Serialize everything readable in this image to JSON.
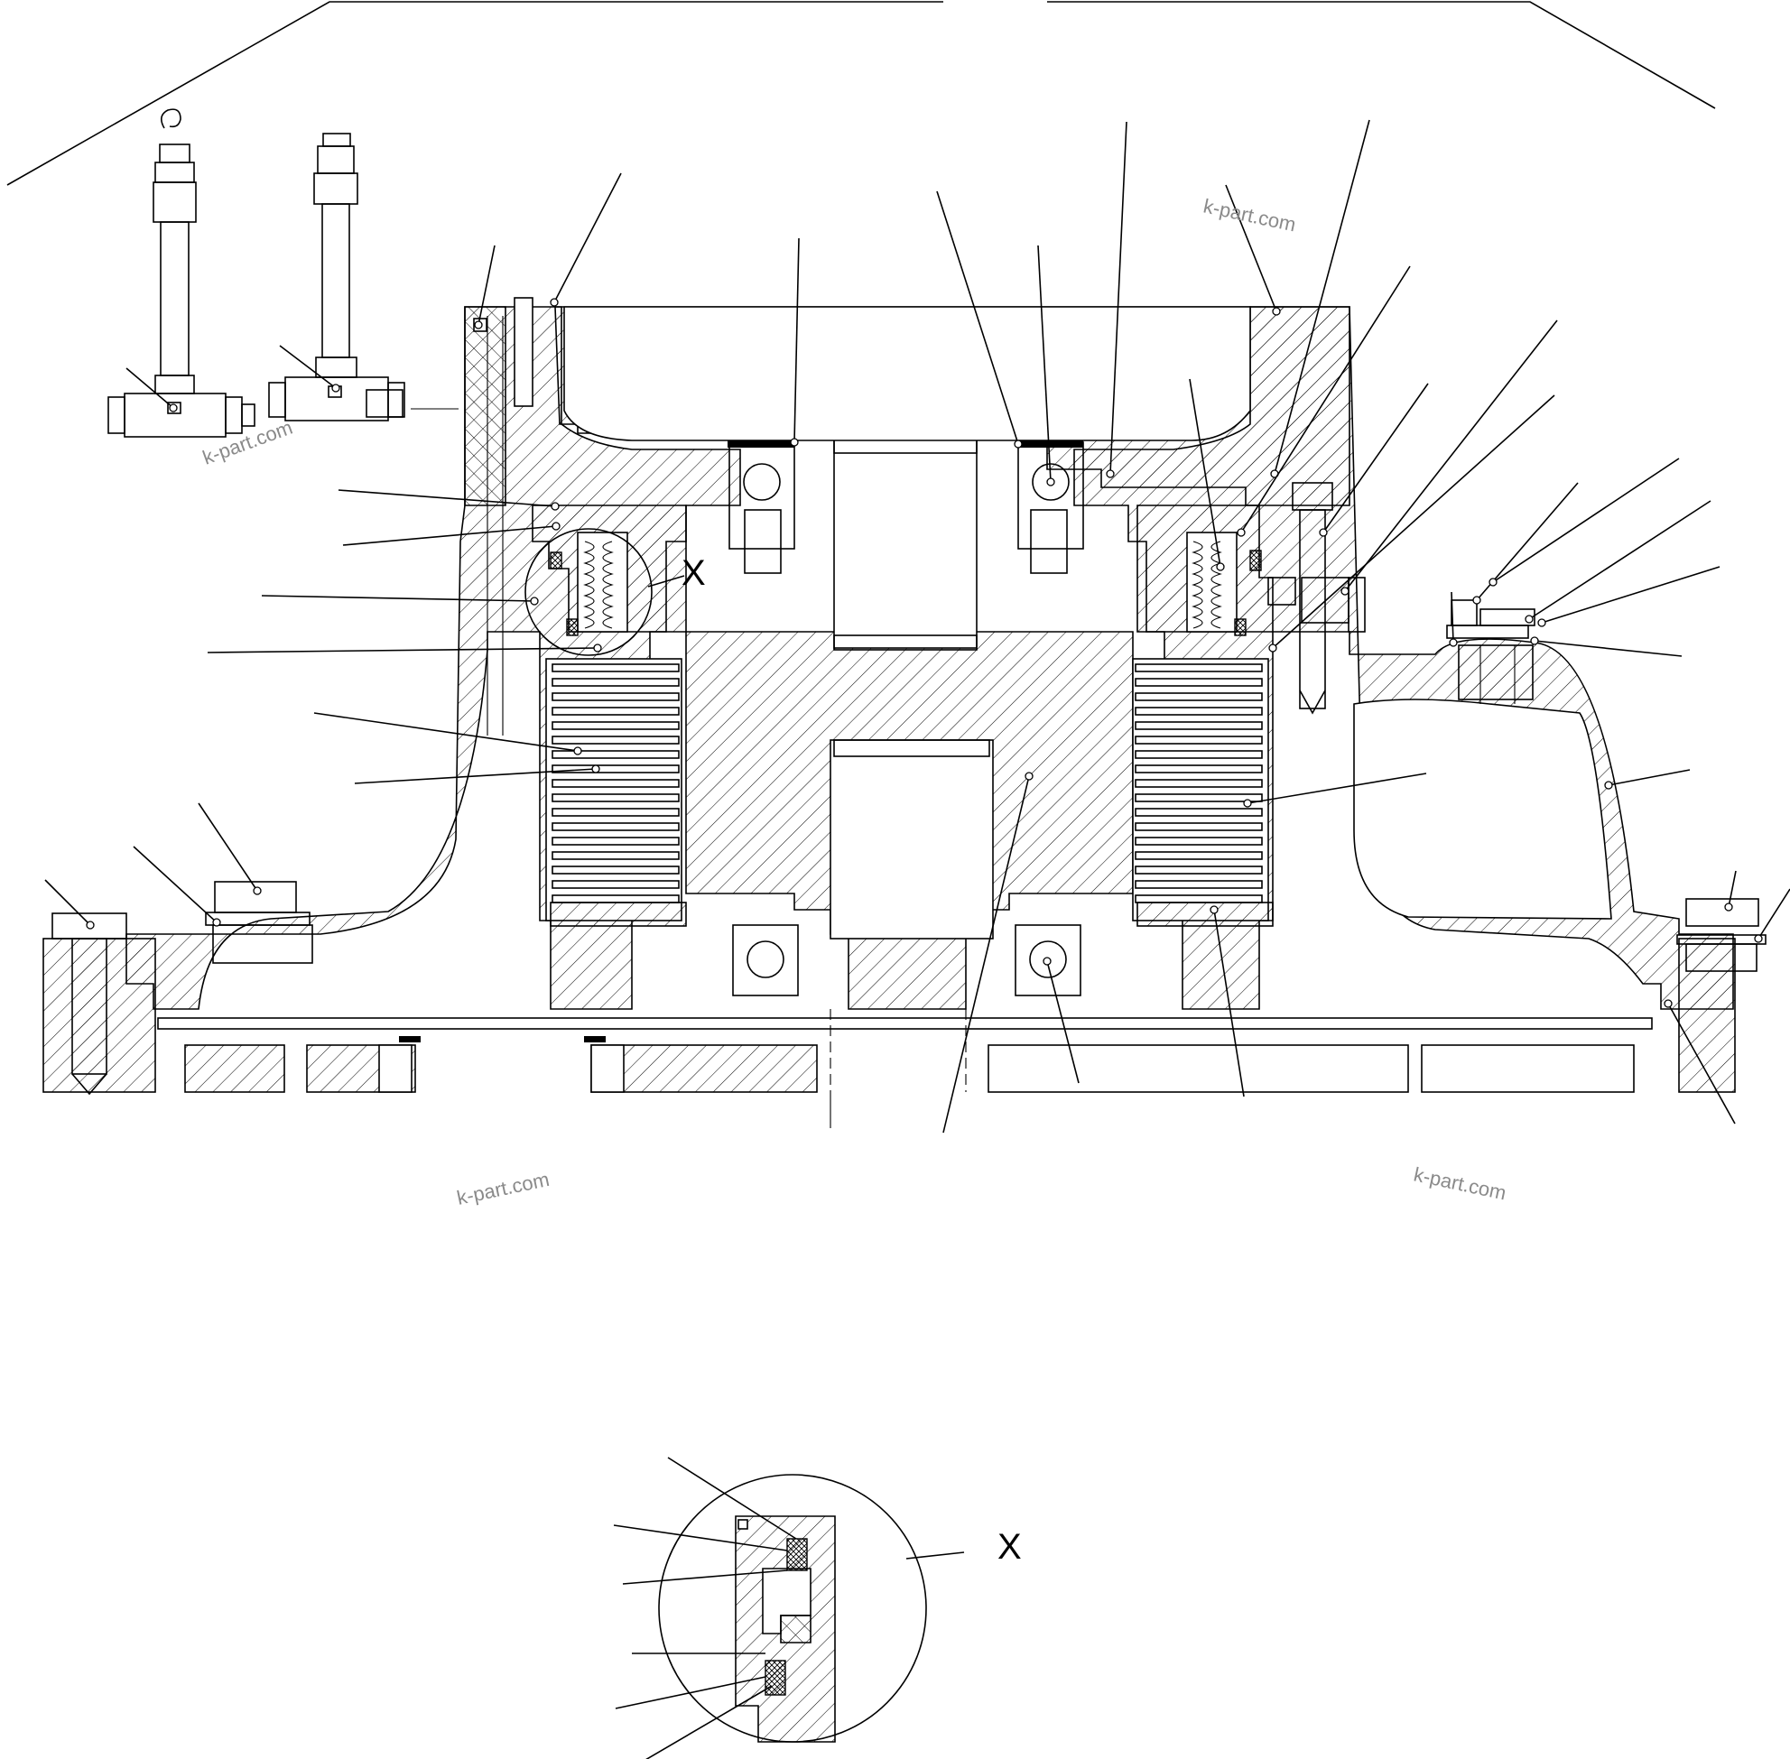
{
  "drawing": {
    "detail_callout": "X",
    "detail_label": "X"
  },
  "watermarks": [
    "k-part.com",
    "k-part.com",
    "k-part.com",
    "k-part.com"
  ],
  "colors": {
    "line": "#000000",
    "background": "#ffffff",
    "watermark": "#8a8a8a"
  }
}
